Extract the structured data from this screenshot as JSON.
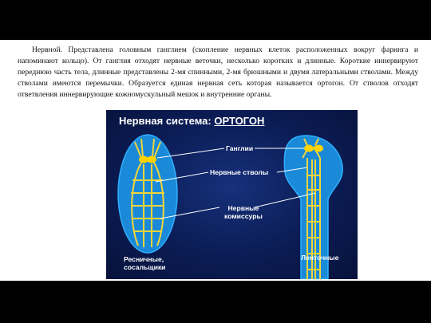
{
  "paragraph": "Нервной. Представлена головным ганглием (скопление нервных клеток расположенных вокруг фаринга и напоминают кольцо). От ганглия отходят нервные веточки, несколько коротких и длинные. Короткие иннервируют переднюю часть тела, длинные представлены 2-мя спинными, 2-мя брюшными и двумя латеральными стволами. Между стволами имеются перемычки. Образуется единая нервная сеть которая называется ортогон. От стволов отходят ответвления иннервирующие кожномускульный мешок и внутренние органы.",
  "figure": {
    "title_main": "Нервная система:",
    "title_accent": "ОРТОГОН",
    "labels": {
      "ganglia": "Ганглии",
      "trunks": "Нервные стволы",
      "commissures_line1": "Нервные",
      "commissures_line2": "комиссуры",
      "left_animal_line1": "Ресничные,",
      "left_animal_line2": "сосальщики",
      "right_animal": "Ленточные"
    },
    "colors": {
      "background": "#0b1c54",
      "body": "#1a8ad8",
      "nerve": "#f2d43a",
      "ganglion": "#ffd400",
      "text": "#ffffff",
      "title_accent": "#ffffff"
    }
  }
}
